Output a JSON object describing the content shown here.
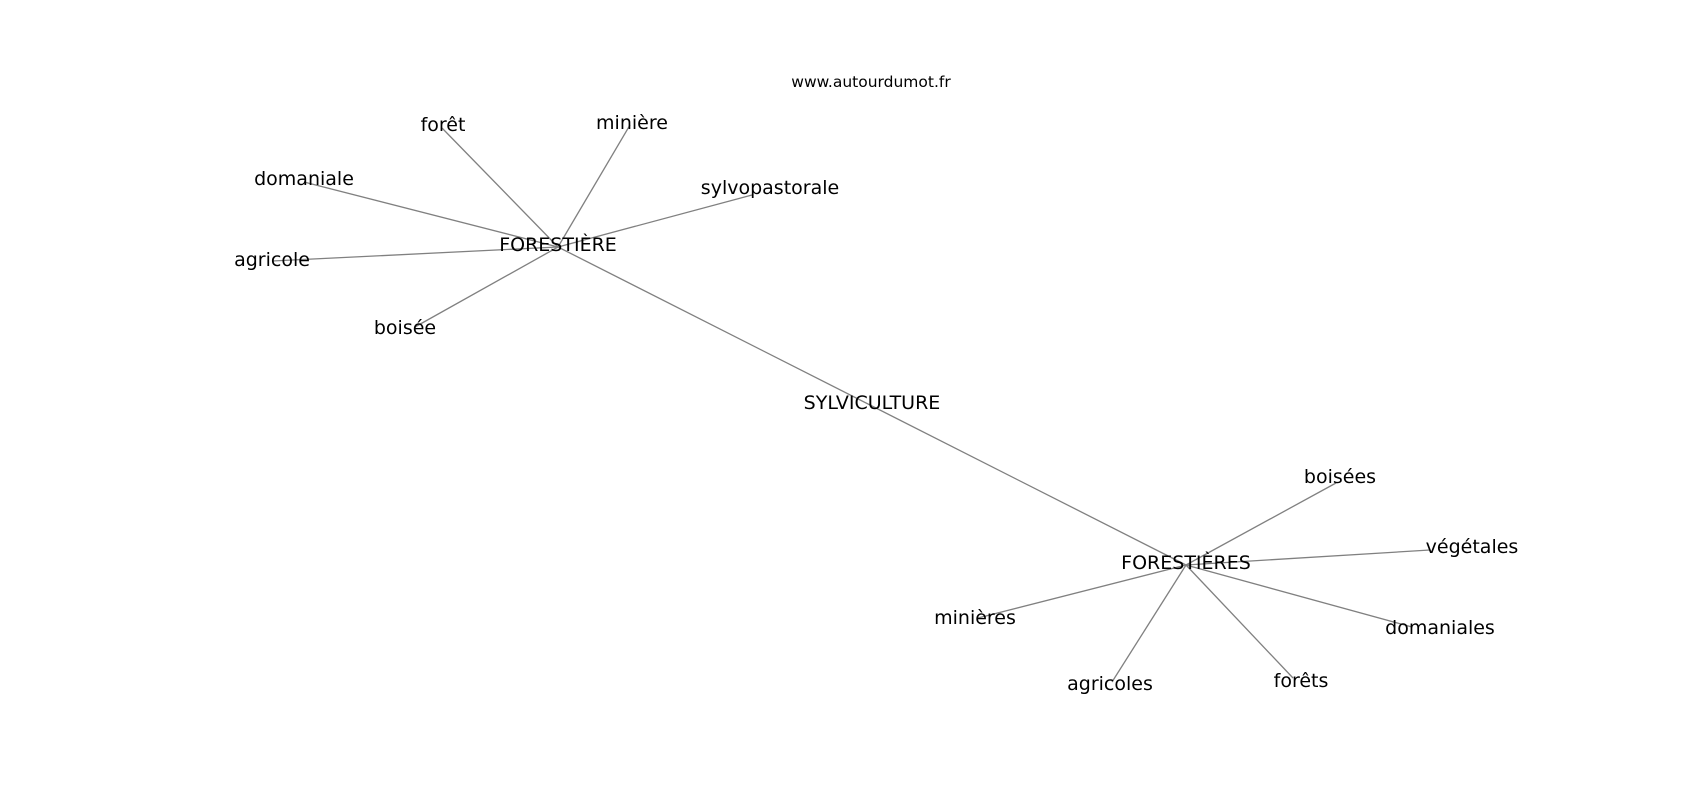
{
  "watermark": "www.autourdumot.fr",
  "colors": {
    "edge": "#808080",
    "text": "#000000",
    "background": "#ffffff"
  },
  "graph": {
    "nodes": [
      {
        "id": "sylviculture",
        "label": "SYLVICULTURE"
      },
      {
        "id": "forestiere",
        "label": "FORESTIÈRE"
      },
      {
        "id": "forestieres",
        "label": "FORESTIÈRES"
      },
      {
        "id": "foret",
        "label": "forêt"
      },
      {
        "id": "miniere",
        "label": "minière"
      },
      {
        "id": "domaniale",
        "label": "domaniale"
      },
      {
        "id": "sylvopastorale",
        "label": "sylvopastorale"
      },
      {
        "id": "agricole",
        "label": "agricole"
      },
      {
        "id": "boisee",
        "label": "boisée"
      },
      {
        "id": "boisees",
        "label": "boisées"
      },
      {
        "id": "vegetales",
        "label": "végétales"
      },
      {
        "id": "minieres",
        "label": "minières"
      },
      {
        "id": "domaniales",
        "label": "domaniales"
      },
      {
        "id": "agricoles",
        "label": "agricoles"
      },
      {
        "id": "forets",
        "label": "forêts"
      }
    ],
    "edges": [
      [
        "forestiere",
        "forestieres"
      ],
      [
        "forestiere",
        "foret"
      ],
      [
        "forestiere",
        "miniere"
      ],
      [
        "forestiere",
        "domaniale"
      ],
      [
        "forestiere",
        "sylvopastorale"
      ],
      [
        "forestiere",
        "agricole"
      ],
      [
        "forestiere",
        "boisee"
      ],
      [
        "forestieres",
        "boisees"
      ],
      [
        "forestieres",
        "vegetales"
      ],
      [
        "forestieres",
        "minieres"
      ],
      [
        "forestieres",
        "domaniales"
      ],
      [
        "forestieres",
        "agricoles"
      ],
      [
        "forestieres",
        "forets"
      ]
    ]
  }
}
